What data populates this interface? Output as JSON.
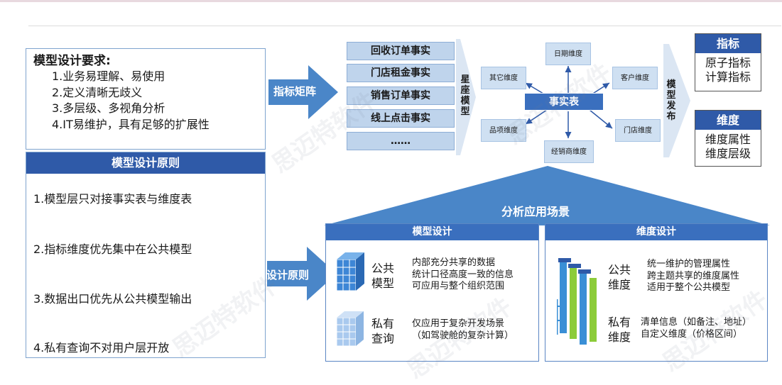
{
  "requirements": {
    "title": "模型设计要求:",
    "items": [
      "1.业务易理解、易使用",
      "2.定义清晰无歧义",
      "3.多层级、多视角分析",
      "4.IT易维护，具有足够的扩展性"
    ]
  },
  "principles": {
    "title": "模型设计原则",
    "items": [
      "1.模型层只对接事实表与维度表",
      "2.指标维度优先集中在公共模型",
      "3.数据出口优先从公共模型输出",
      "4.私有查询不对用户层开放"
    ]
  },
  "arrows": {
    "metric_matrix": "指标矩阵",
    "design_principles": "设计原则"
  },
  "facts": [
    "回收订单事实",
    "门店租金事实",
    "销售订单事实",
    "线上点击事实",
    "……"
  ],
  "star_model_label": "星座模型",
  "publish_label": "模型发布",
  "star_schema": {
    "center": "事实表",
    "dims": {
      "date": "日期维度",
      "other": "其它维度",
      "customer": "客户维度",
      "item": "品项维度",
      "store": "门店维度",
      "dealer": "经销商维度"
    }
  },
  "metrics_box": {
    "title": "指标",
    "items": [
      "原子指标",
      "计算指标"
    ]
  },
  "dimension_box": {
    "title": "维度",
    "items": [
      "维度属性",
      "维度层级"
    ]
  },
  "scene_title": "分析应用场景",
  "model_design": {
    "title": "模型设计",
    "public_label": [
      "公共",
      "模型"
    ],
    "public_desc": [
      "内部充分共享的数据",
      "统计口径高度一致的信息",
      "可应用与整个组织范围"
    ],
    "private_label": [
      "私有",
      "查询"
    ],
    "private_desc": [
      "仅应用于复杂开发场景",
      "（如驾驶舱的复杂计算）"
    ]
  },
  "dim_design": {
    "title": "维度设计",
    "public_label": [
      "公共",
      "维度"
    ],
    "public_desc": [
      "统一维护的管理属性",
      "跨主题共享的维度属性",
      "适用于整个公共模型"
    ],
    "private_label": [
      "私有",
      "维度"
    ],
    "private_desc": [
      "清单信息（如备注、地址）",
      "自定义维度（价格区间）"
    ]
  },
  "watermarks": [
    "思迈特软件"
  ],
  "colors": {
    "primary": "#2f5aa8",
    "accent": "#3a6fbe",
    "light": "#bfd4ec",
    "arrow": "#4a86c8"
  }
}
